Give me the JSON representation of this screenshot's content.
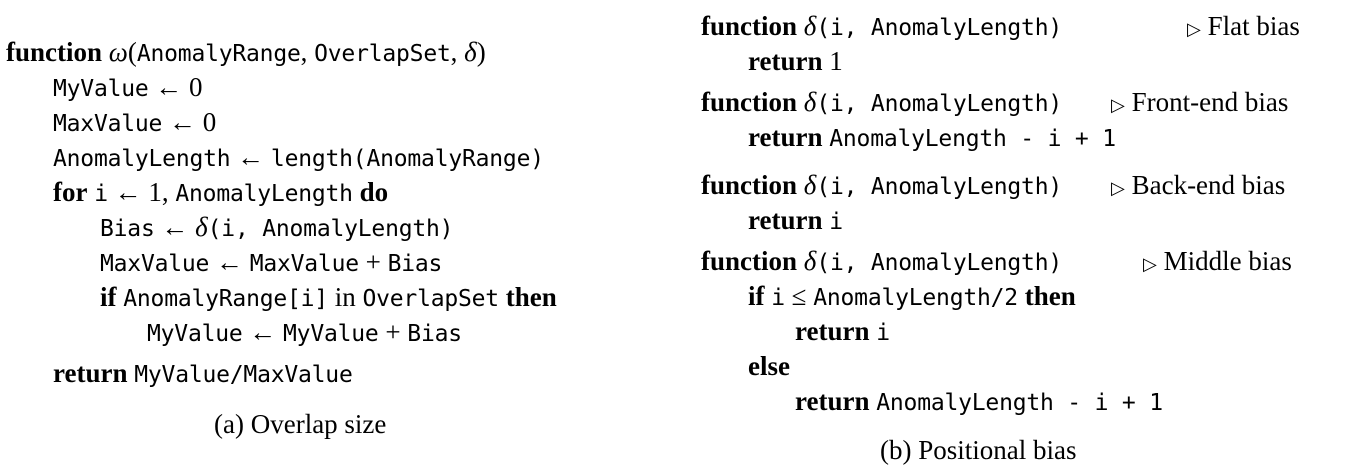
{
  "panel_a": {
    "caption": "(a) Overlap size",
    "kw_function": "function",
    "omega": "ω",
    "delta": "δ",
    "paren_open": "(",
    "paren_close": ")",
    "comma": ", ",
    "arg_range": "AnomalyRange",
    "arg_overlap": "OverlapSet",
    "myvalue": "MyValue",
    "maxvalue": "MaxValue",
    "anomalylength": "AnomalyLength",
    "arrow": " ← ",
    "zero": "0",
    "length_call": "length(AnomalyRange)",
    "kw_for": "for",
    "i_var": "i",
    "one": "1",
    "kw_do": "do",
    "bias": "Bias",
    "delta_args": "(i, AnomalyLength)",
    "plus": " + ",
    "kw_if": "if",
    "cond_range_index": "AnomalyRange[i]",
    "cond_in": " in ",
    "kw_then": "then",
    "kw_return": "return",
    "return_expr": "MyValue/MaxValue"
  },
  "panel_b": {
    "caption": "(b) Positional bias",
    "kw_function": "function",
    "delta": "δ",
    "args": "(i, AnomalyLength)",
    "triangle": "▷",
    "comment_flat": "Flat bias",
    "comment_front": "Front-end bias",
    "comment_back": "Back-end bias",
    "comment_middle": "Middle bias",
    "kw_return": "return",
    "val_one": "1",
    "expr_front": "AnomalyLength - i + 1",
    "expr_back": "i",
    "kw_if": "if",
    "cond_middle_i": "i",
    "cond_le": " ≤ ",
    "cond_middle_half": "AnomalyLength/2",
    "kw_then": "then",
    "ret_i": "i",
    "kw_else": "else",
    "expr_else": "AnomalyLength - i + 1"
  }
}
